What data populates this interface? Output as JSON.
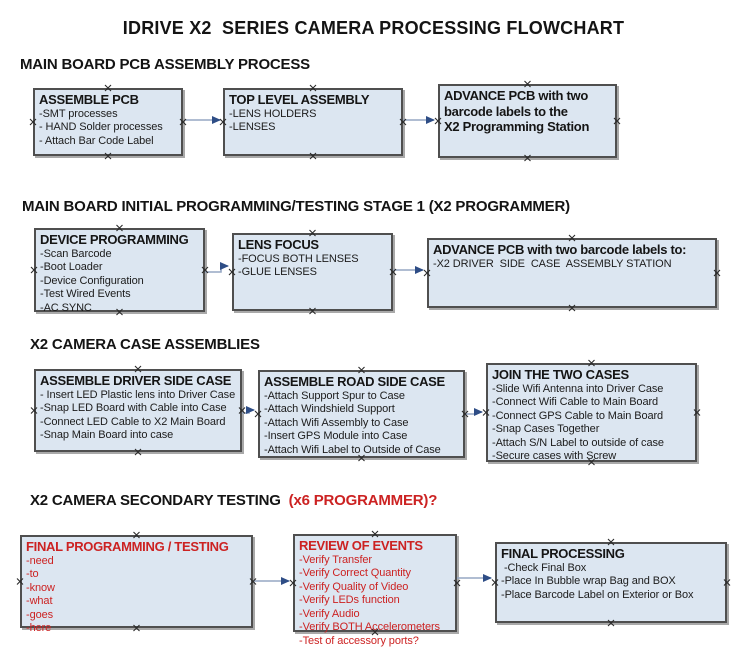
{
  "title": "IDRIVE X2  SERIES CAMERA PROCESSING FLOWCHART",
  "colors": {
    "box_fill": "#dce6f1",
    "box_border": "#4f4f4f",
    "red_text": "#cc2222",
    "arrow_line": "#95a7c4",
    "arrow_head": "#2e4d86",
    "text": "#141414"
  },
  "sections": [
    {
      "heading": "MAIN BOARD PCB ASSEMBLY PROCESS",
      "boxes": [
        {
          "title": "ASSEMBLE PCB",
          "items": [
            "-SMT processes",
            "- HAND Solder processes",
            "- Attach Bar Code Label"
          ]
        },
        {
          "title": "TOP LEVEL ASSEMBLY",
          "items": [
            "-LENS HOLDERS",
            "-LENSES"
          ]
        },
        {
          "title": "ADVANCE PCB with two\nbarcode labels to the\n X2 Programming Station",
          "items": []
        }
      ]
    },
    {
      "heading": "MAIN BOARD INITIAL PROGRAMMING/TESTING STAGE 1 (X2 PROGRAMMER)",
      "boxes": [
        {
          "title": "DEVICE PROGRAMMING",
          "items": [
            "-Scan Barcode",
            "-Boot Loader",
            "-Device Configuration",
            "-Test Wired Events",
            "-AC SYNC"
          ]
        },
        {
          "title": "LENS FOCUS",
          "items": [
            "-FOCUS BOTH LENSES",
            "-GLUE LENSES"
          ]
        },
        {
          "title": "ADVANCE PCB with two barcode labels to:",
          "items": [
            "-X2 DRIVER  SIDE  CASE  ASSEMBLY STATION"
          ]
        }
      ]
    },
    {
      "heading": "X2 CAMERA CASE ASSEMBLIES",
      "boxes": [
        {
          "title": "ASSEMBLE DRIVER SIDE CASE",
          "items": [
            "- Insert LED Plastic lens into Driver Case",
            "-Snap LED Board with Cable into Case",
            "-Connect LED Cable to X2 Main Board",
            "-Snap Main Board into case"
          ]
        },
        {
          "title": "ASSEMBLE ROAD SIDE CASE",
          "items": [
            "-Attach Support Spur to Case",
            "-Attach Windshield Support",
            "-Attach Wifi Assembly to Case",
            "-Insert GPS Module into Case",
            "-Attach Wifi Label to Outside of Case"
          ]
        },
        {
          "title": "JOIN THE TWO CASES",
          "items": [
            "-Slide Wifi Antenna into Driver Case",
            "-Connect Wifi Cable to Main Board",
            "-Connect GPS Cable to Main Board",
            "-Snap Cases Together",
            "-Attach S/N Label to outside of case",
            "-Secure cases with Screw"
          ]
        }
      ]
    },
    {
      "heading": "X2 CAMERA SECONDARY TESTING",
      "heading_red": "  (x6 PROGRAMMER)?",
      "boxes": [
        {
          "title": "FINAL PROGRAMMING / TESTING",
          "items": [
            "-need",
            "-to",
            "-know",
            "-what",
            "-goes",
            "-here"
          ]
        },
        {
          "title": "REVIEW OF EVENTS",
          "items": [
            "-Verify Transfer",
            "-Verify Correct Quantity",
            "-Verify Quality of Video",
            "-Verify LEDs function",
            "-Verify Audio",
            "-Verify BOTH Accelerometers",
            "-Test of accessory ports?"
          ]
        },
        {
          "title": "FINAL PROCESSING",
          "items": [
            " -Check Final Box",
            "-Place In Bubble wrap Bag and BOX",
            "-Place Barcode Label on Exterior or Box"
          ]
        }
      ]
    }
  ]
}
